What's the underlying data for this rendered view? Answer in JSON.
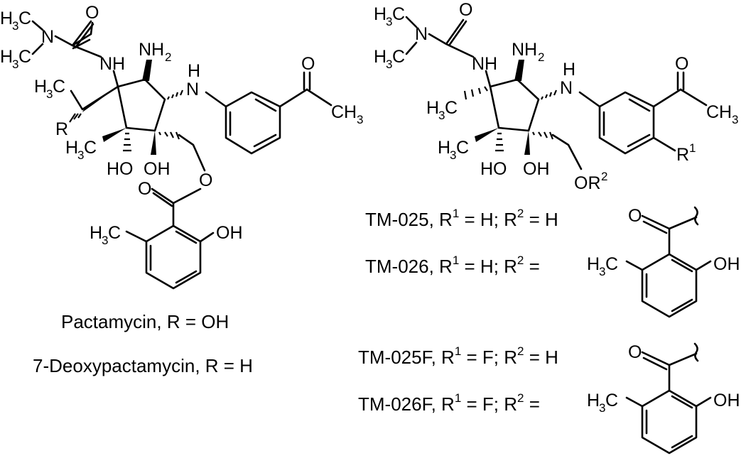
{
  "figure": {
    "pactamycin_caption": "Pactamycin, R = OH",
    "deoxy_caption": "7-Deoxypactamycin, R = H",
    "tm025": {
      "name": "TM-025, R",
      "sup1": "1",
      "mid": " = H; R",
      "sup2": "2",
      "tail": " = H"
    },
    "tm026": {
      "name": "TM-026, R",
      "sup1": "1",
      "mid": " = H;  R",
      "sup2": "2",
      "tail": " ="
    },
    "tm025f": {
      "name": "TM-025F, R",
      "sup1": "1",
      "mid": " = F; R",
      "sup2": "2",
      "tail": " = H"
    },
    "tm026f": {
      "name": "TM-026F, R",
      "sup1": "1",
      "mid": " = F;  R",
      "sup2": "2",
      "tail": " ="
    }
  },
  "atoms": {
    "h3c": "H3C",
    "ch3": "CH3",
    "n": "N",
    "nh": "NH",
    "nh2": "NH2",
    "h": "H",
    "o": "O",
    "oh": "OH",
    "ho": "HO",
    "r": "R",
    "r1": "R1",
    "or2": "OR2"
  }
}
